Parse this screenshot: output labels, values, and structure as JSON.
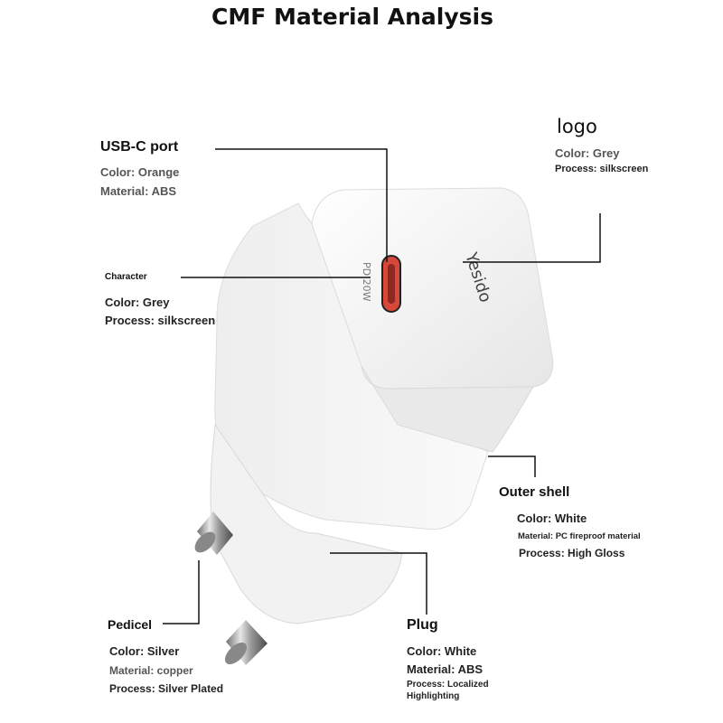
{
  "title": "CMF Material Analysis",
  "annotations": {
    "usbc": {
      "heading": "USB-C port",
      "lines": [
        "Color: Orange",
        "Material: ABS"
      ]
    },
    "logo": {
      "heading": "logo",
      "lines": [
        "Color: Grey",
        "Process: silkscreen"
      ]
    },
    "character": {
      "heading": "Character",
      "lines": [
        "Color: Grey",
        "Process: silkscreen"
      ]
    },
    "outer_shell": {
      "heading": "Outer shell",
      "lines": [
        "Color: White",
        "Material: PC fireproof material",
        "Process: High Gloss"
      ]
    },
    "pedicel": {
      "heading": "Pedicel",
      "lines": [
        "Color: Silver",
        "Material: copper",
        "Process: Silver Plated"
      ]
    },
    "plug": {
      "heading": "Plug",
      "lines": [
        "Color: White",
        "Material: ABS",
        "Process: Localized",
        "Highlighting"
      ]
    }
  },
  "product": {
    "brand_text": "Yesido",
    "port_text": "PD 20W",
    "port_color": "#d8483a",
    "shell_color": "#f4f4f4",
    "pin_color": "#b8b8b8"
  }
}
